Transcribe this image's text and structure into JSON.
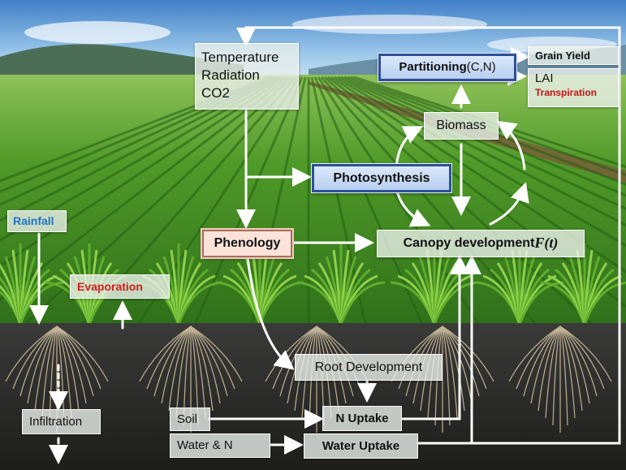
{
  "labels": {
    "climate": [
      "Temperature",
      "Radiation",
      "CO2"
    ],
    "partitioning": "Partitioning",
    "partitioning_suffix": " (C,N)",
    "grain_yield": "Grain Yield",
    "lai": "LAI",
    "transpiration": "Transpiration",
    "biomass": "Biomass",
    "photosynthesis": "Photosynthesis",
    "phenology": "Phenology",
    "canopy_text": "Canopy development ",
    "canopy_func": "F(t)",
    "rainfall": "Rainfall",
    "evaporation": "Evaporation",
    "root_development": "Root Development",
    "soil": "Soil",
    "n_uptake": "N Uptake",
    "water_n": "Water & N",
    "water_uptake": "Water Uptake",
    "infiltration": "Infiltration"
  },
  "colors": {
    "rainfall": "#1f73c8",
    "evaporation": "#d21d1d",
    "transpiration": "#c41414",
    "arrow": "#ffffff",
    "box_border_blue": "#2d4f95",
    "box_border_pink": "#a86d61",
    "soil": "#2b2b2b",
    "crop": "#5fae2c"
  }
}
